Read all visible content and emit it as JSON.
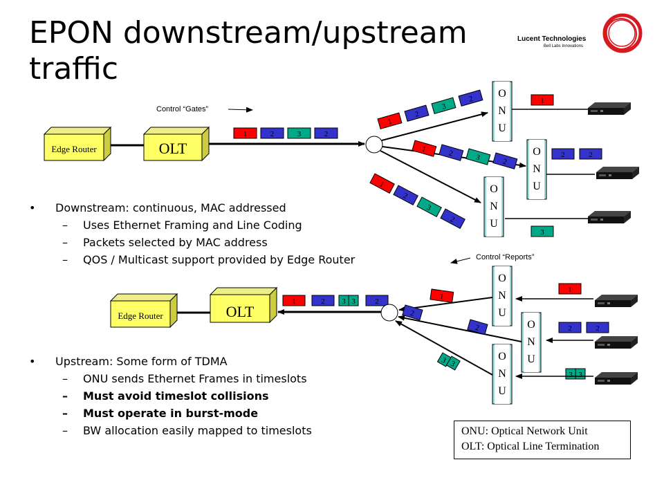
{
  "slide": {
    "title_line1": "EPON downstream/upstream",
    "title_line2": "traffic"
  },
  "logo": {
    "name": "Lucent Technologies",
    "tagline": "Bell Labs Innovations",
    "ring_color": "#d71920"
  },
  "colors": {
    "packet_red": "#ff0000",
    "packet_blue": "#3333cc",
    "packet_green": "#00aa88",
    "box_yellow": "#ffff66",
    "onu_cyan": "#99dddd"
  },
  "downstream": {
    "control_label": "Control “Gates”",
    "edge_router": "Edge Router",
    "olt": "OLT",
    "packets": [
      "1",
      "2",
      "3",
      "2"
    ],
    "onu_letters": [
      "O",
      "N",
      "U"
    ],
    "onu_right_packets": [
      [
        "1"
      ],
      [
        "2",
        "2"
      ],
      [
        "3"
      ]
    ]
  },
  "upstream": {
    "control_label": "Control “Reports”",
    "edge_router": "Edge Router",
    "olt": "OLT",
    "packets": [
      "1",
      "2",
      "3",
      "3",
      "2"
    ],
    "onu_letters": [
      "O",
      "N",
      "U"
    ],
    "onu_right_packets": [
      [
        "1"
      ],
      [
        "2",
        "2"
      ],
      [
        "3",
        "3"
      ]
    ],
    "branch_packets": [
      "1",
      "2",
      "2",
      "3",
      "3"
    ]
  },
  "bullets_down": [
    {
      "level": 1,
      "text": "Downstream: continuous, MAC addressed"
    },
    {
      "level": 2,
      "text": "Uses Ethernet Framing and Line Coding"
    },
    {
      "level": 2,
      "text": "Packets selected by MAC address"
    },
    {
      "level": 2,
      "text": "QOS / Multicast support provided by Edge Router"
    }
  ],
  "bullets_up": [
    {
      "level": 1,
      "text": "Upstream: Some form of TDMA"
    },
    {
      "level": 2,
      "text": "ONU sends Ethernet Frames in timeslots"
    },
    {
      "level": 2,
      "text": "Must avoid timeslot collisions",
      "bold": true
    },
    {
      "level": 2,
      "text": "Must operate in burst-mode",
      "bold": true
    },
    {
      "level": 2,
      "text": "BW allocation easily mapped to timeslots"
    }
  ],
  "legend": {
    "line1": "ONU: Optical Network Unit",
    "line2": "OLT: Optical Line Termination"
  }
}
